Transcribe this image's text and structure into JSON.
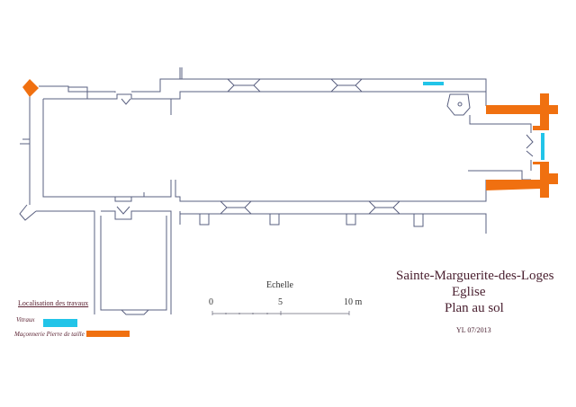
{
  "title": {
    "line1": "Sainte-Marguerite-des-Loges",
    "line2": "Eglise",
    "line3": "Plan au sol",
    "author": "YL 07/2013"
  },
  "scale": {
    "label": "Echelle",
    "ticks": [
      "0",
      "5",
      "10 m"
    ]
  },
  "legend": {
    "title": "Localisation des travaux",
    "items": [
      {
        "label": "Vitraux",
        "color": "#22c4e8"
      },
      {
        "label": "Maçonnerie  Pierre de taille",
        "color": "#f07010"
      }
    ]
  },
  "colors": {
    "wall": "#5a6080",
    "stone": "#f07010",
    "glass": "#22c4e8"
  }
}
